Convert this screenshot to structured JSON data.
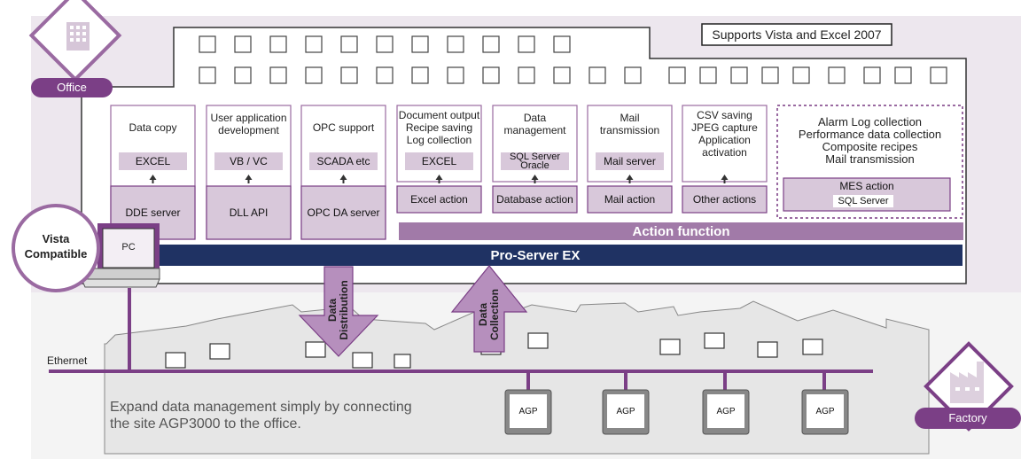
{
  "supports_note": "Supports Vista and Excel 2007",
  "labels": {
    "office": "Office",
    "factory": "Factory",
    "vista": "Vista\nCompatible",
    "pc": "PC",
    "action_function": "Action function",
    "pro_server": "Pro-Server EX",
    "ethernet": "Ethernet",
    "caption": "Expand data management simply by connecting\nthe site AGP3000 to the office.",
    "data_distribution": "Data\nDistribution",
    "data_collection": "Data\nCollection"
  },
  "columns": [
    {
      "header": "Data copy",
      "tool": "EXCEL",
      "server": "DDE server"
    },
    {
      "header": "User application\ndevelopment",
      "tool": "VB / VC",
      "server": "DLL API"
    },
    {
      "header": "OPC support",
      "tool": "SCADA etc",
      "server": "OPC DA server"
    },
    {
      "header": "Document output\nRecipe saving\nLog collection",
      "tool": "EXCEL",
      "server": "Excel action"
    },
    {
      "header": "Data\nmanagement",
      "tool": "SQL Server\nOracle",
      "server": "Database action"
    },
    {
      "header": "Mail\ntransmission",
      "tool": "Mail server",
      "server": "Mail action"
    },
    {
      "header": "CSV saving\nJPEG capture\nApplication\nactivation",
      "tool": "",
      "server": "Other actions"
    }
  ],
  "mes": {
    "features": "Alarm Log collection\nPerformance data collection\nComposite recipes\nMail transmission",
    "action": "MES action",
    "tool": "SQL Server"
  },
  "agp_devices": [
    "AGP",
    "AGP",
    "AGP",
    "AGP"
  ],
  "colors": {
    "purple_dark": "#7b3f86",
    "purple_light": "#d8c8da",
    "navy": "#1f3263",
    "action_band": "#a17aa8"
  }
}
